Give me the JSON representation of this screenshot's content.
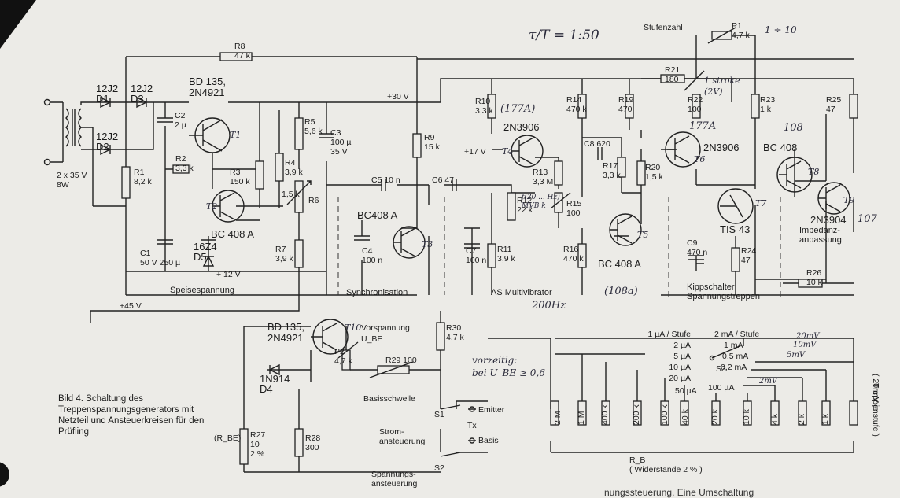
{
  "caption": "Bild 4. Schaltung des Treppenspannungsgenerators mit Netzteil und Ansteuerkreisen für den Prüfling",
  "footer_text": "nungssteuerung. Eine Umschaltung",
  "rails": {
    "v30": "+30 V",
    "v17": "+17 V",
    "v12": "+ 12 V",
    "v45": "+45 V"
  },
  "transformer": "2 x 35 V\n8W",
  "sections": {
    "speise": "Speisespannung",
    "sync": "Synchronisation",
    "multi": "AS Multivibrator",
    "kipp": "Kippschalter\nSpannungstreppen",
    "imp": "Impedanz-\nanpassung",
    "vorsp": "Vorspannung",
    "ube": "U_BE",
    "basisschwelle": "Basisschwelle",
    "strom": "Strom-\nansteuerung",
    "spann": "Spannungs-\nansteuerung",
    "emitter": "Emitter",
    "basis": "Basis",
    "tx": "Tx",
    "stufenzahl": "Stufenzahl",
    "rbe": "(R_BE)",
    "rb": "R_B\n( Widerstände 2 % )",
    "treppen": "( 20 mV je\nTreppenstufe )"
  },
  "transistors": [
    {
      "id": "T1",
      "type": "BD 135,\n2N4921"
    },
    {
      "id": "T2",
      "type": "BC 408 A"
    },
    {
      "id": "T3",
      "type": "BC408 A"
    },
    {
      "id": "T4",
      "type": "2N3906"
    },
    {
      "id": "T5",
      "type": "BC 408 A"
    },
    {
      "id": "T6",
      "type": "2N3906"
    },
    {
      "id": "T7",
      "type": "TIS 43"
    },
    {
      "id": "T8",
      "type": "BC 408"
    },
    {
      "id": "T9",
      "type": "2N3904"
    },
    {
      "id": "T10",
      "type": "BD 135,\n2N4921"
    }
  ],
  "diodes": [
    {
      "id": "D1",
      "type": "12J2"
    },
    {
      "id": "D2",
      "type": "12J2"
    },
    {
      "id": "D3",
      "type": "12J2"
    },
    {
      "id": "D4",
      "type": "1N914"
    },
    {
      "id": "D5",
      "type": "16Z4"
    }
  ],
  "resistors": [
    {
      "id": "R1",
      "value": "8,2 k"
    },
    {
      "id": "R2",
      "value": "3,3 k"
    },
    {
      "id": "R3",
      "value": "150 k"
    },
    {
      "id": "R4",
      "value": "3,9 k"
    },
    {
      "id": "R5",
      "value": "5,6 k"
    },
    {
      "id": "R6",
      "value": "1,5 k"
    },
    {
      "id": "R7",
      "value": "3,9 k"
    },
    {
      "id": "R8",
      "value": "47 k"
    },
    {
      "id": "R9",
      "value": "15 k"
    },
    {
      "id": "R10",
      "value": "3,3 k"
    },
    {
      "id": "R11",
      "value": "3,9 k"
    },
    {
      "id": "R12",
      "value": "22 k"
    },
    {
      "id": "R13",
      "value": "3,3 M"
    },
    {
      "id": "R14",
      "value": "470 k"
    },
    {
      "id": "R15",
      "value": "100"
    },
    {
      "id": "R16",
      "value": "470 k"
    },
    {
      "id": "R17",
      "value": "3,3 k"
    },
    {
      "id": "R19",
      "value": "470"
    },
    {
      "id": "R20",
      "value": "1,5 k"
    },
    {
      "id": "R21",
      "value": "180"
    },
    {
      "id": "R22",
      "value": "100"
    },
    {
      "id": "R23",
      "value": "1 k"
    },
    {
      "id": "R24",
      "value": "47"
    },
    {
      "id": "R25",
      "value": "47"
    },
    {
      "id": "R26",
      "value": "10 k"
    },
    {
      "id": "R27",
      "value": "10\n2 %"
    },
    {
      "id": "R28",
      "value": "300"
    },
    {
      "id": "R29",
      "value": "100"
    },
    {
      "id": "R30",
      "value": "4,7 k"
    },
    {
      "id": "P1",
      "value": "4,7 k"
    },
    {
      "id": "P2",
      "value": "4,7 k"
    }
  ],
  "capacitors": [
    {
      "id": "C1",
      "value": "50 V 250 µ"
    },
    {
      "id": "C2",
      "value": "2 µ"
    },
    {
      "id": "C3",
      "value": "100 µ\n35 V"
    },
    {
      "id": "C4",
      "value": "100 n"
    },
    {
      "id": "C5",
      "value": "10 n"
    },
    {
      "id": "C6",
      "value": "47"
    },
    {
      "id": "C7",
      "value": "100 n"
    },
    {
      "id": "C8",
      "value": "620"
    },
    {
      "id": "C9",
      "value": "470 n"
    }
  ],
  "switches": [
    "S1",
    "S2",
    "S3"
  ],
  "s3_positions_left": [
    "1 µA / Stufe",
    "2 µA",
    "5 µA",
    "10 µA",
    "20 µA"
  ],
  "s3_positions_right": [
    "2 mA / Stufe",
    "1 mA",
    "0,5 mA",
    "0,2 mA",
    "100 µA"
  ],
  "s3_center": "50 µA",
  "rb_values": [
    "2 M",
    "1 M",
    "400 k",
    "200 k",
    "100 k",
    "40 k",
    "20 k",
    "10 k",
    "4 k",
    "2 k",
    "1 k"
  ],
  "handwriting": {
    "ratio": "τ/T = 1:50",
    "range": "1 ÷ 10",
    "stroke": "1 stroke\n(2V)",
    "t4": "(177A)",
    "t6": "177A",
    "t8": "108",
    "t9": "107",
    "t5": "(108a)",
    "freq": "200Hz",
    "r15": "f(20 ... Hz)\nMVB k",
    "note": "vorzeitig:\nbei U_BE ≥ 0,6",
    "mv": [
      "20mV",
      "10mV",
      "5mV",
      "2mV"
    ],
    "as": "AS"
  }
}
